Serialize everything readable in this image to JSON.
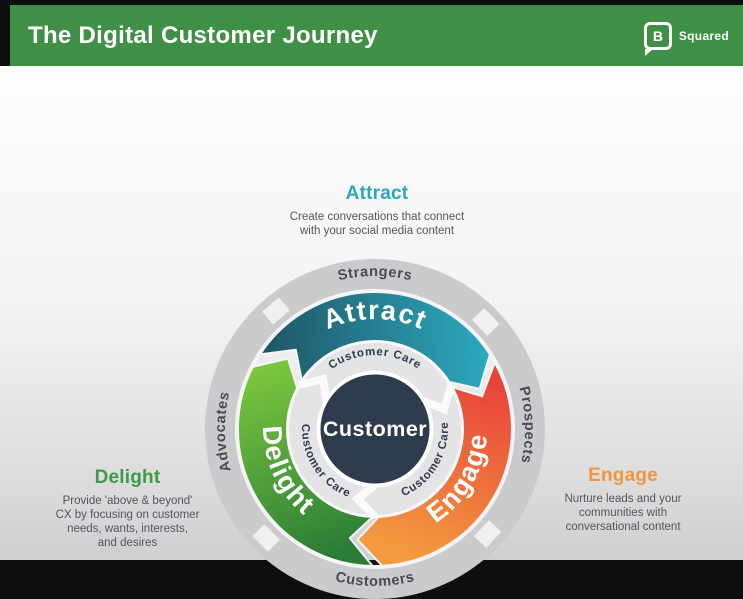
{
  "header": {
    "title": "The Digital Customer Journey",
    "brand": {
      "initial": "B",
      "name": "Squared"
    },
    "bg_color": "#3f9046",
    "pointer_color": "#2e7c36"
  },
  "sections": {
    "attract": {
      "title": "Attract",
      "color": "#2aa9bc",
      "lines": [
        "Create conversations that connect",
        "with your social media content"
      ]
    },
    "engage": {
      "title": "Engage",
      "color": "#f2953e",
      "lines": [
        "Nurture leads and your",
        "communities with",
        "conversational content"
      ]
    },
    "delight": {
      "title": "Delight",
      "color": "#3e9b48",
      "lines": [
        "Provide 'above & beyond'",
        "CX by focusing on customer",
        "needs, wants, interests,",
        "and desires"
      ]
    }
  },
  "wheel": {
    "center_label": "Customer",
    "care_label": "Customer Care",
    "phases": {
      "attract": "Attract",
      "engage": "Engage",
      "delight": "Delight"
    },
    "outer_labels": {
      "top": "Strangers",
      "right": "Prospects",
      "bottom": "Customers",
      "left": "Advocates"
    },
    "colors": {
      "attract_start": "#1f5062",
      "attract_end": "#2cabc0",
      "engage_start": "#e8423a",
      "engage_end": "#f39a3f",
      "delight_start": "#7fcb3d",
      "delight_end": "#2b7c37",
      "center": "#2d3b4c",
      "outer_ring": "#cbcbce",
      "care_ring": "#e4e4e7"
    }
  }
}
